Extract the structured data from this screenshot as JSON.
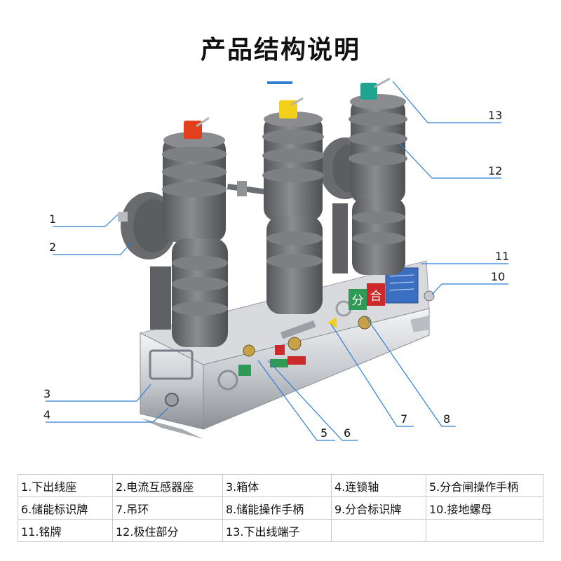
{
  "title": "产品结构说明",
  "callouts": [
    "1",
    "2",
    "3",
    "4",
    "5",
    "6",
    "7",
    "8",
    "10",
    "11",
    "12",
    "13"
  ],
  "panel": {
    "open": "分",
    "close": "合"
  },
  "parts_table": [
    [
      "1.下出线座",
      "2.电流互感器座",
      "3.箱体",
      "4.连锁轴",
      "5.分合闸操作手柄"
    ],
    [
      "6.储能标识牌",
      "7.吊环",
      "8.储能操作手柄",
      "9.分合标识牌",
      "10.接地螺母"
    ],
    [
      "11.铭牌",
      "12.极住部分",
      "13.下出线端子",
      "",
      ""
    ]
  ],
  "colors": {
    "cap_left": "#e2401c",
    "cap_mid": "#f2d019",
    "cap_right": "#1fa48f",
    "insulator": "#707173",
    "leader": "#2f7fd6"
  }
}
